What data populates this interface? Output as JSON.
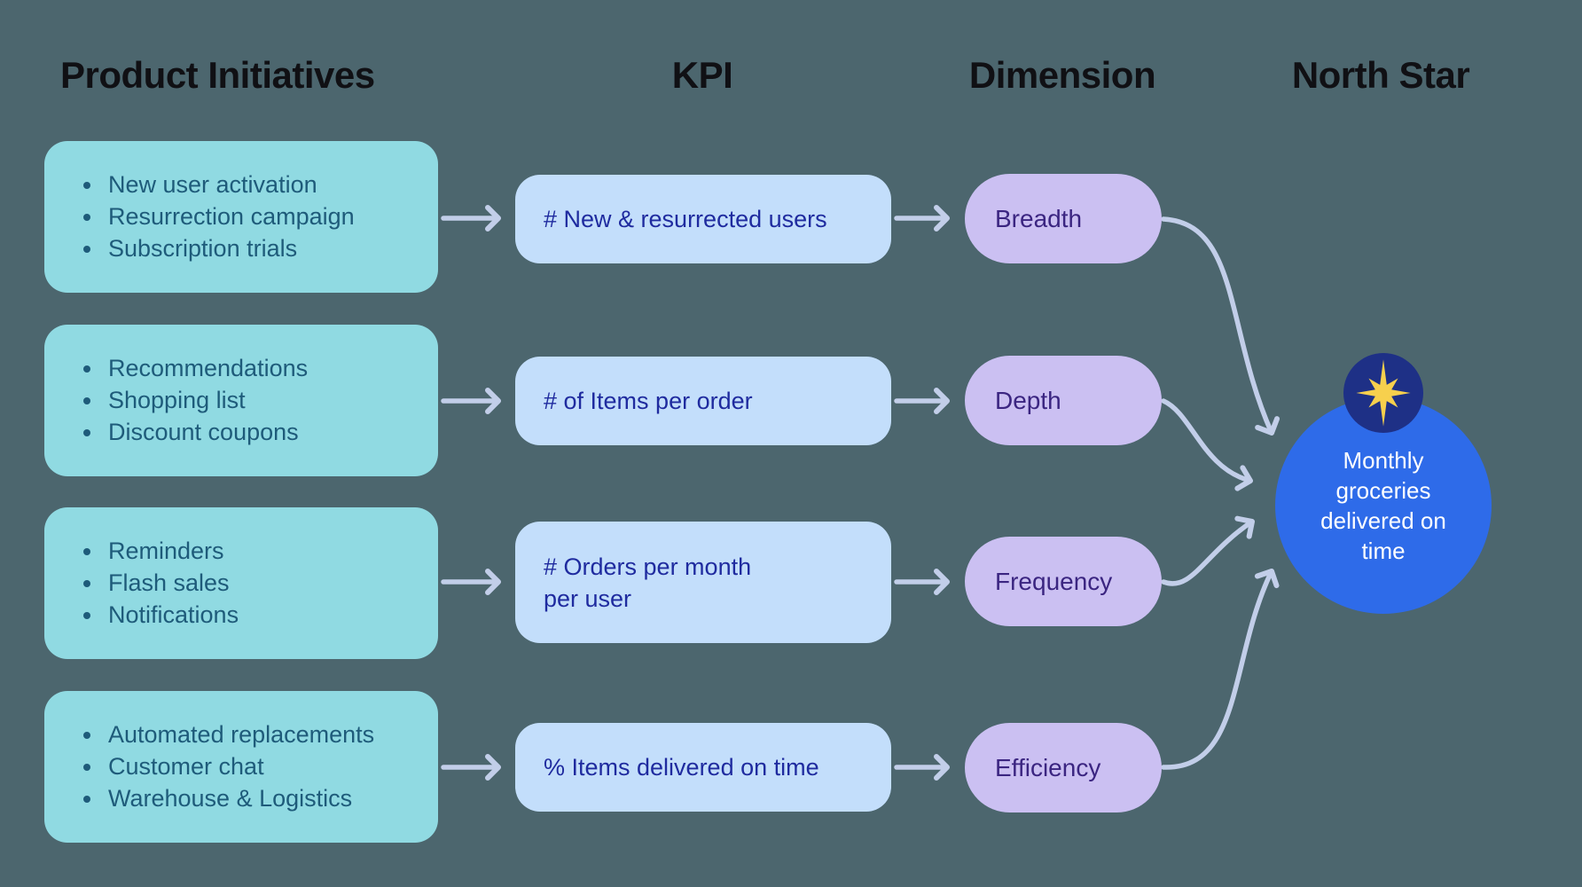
{
  "headers": [
    "Product Initiatives",
    "KPI",
    "Dimension",
    "North Star"
  ],
  "rows": [
    {
      "initiatives": [
        "New user activation",
        "Resurrection campaign",
        "Subscription trials"
      ],
      "kpi": "# New & resurrected users",
      "dimension": "Breadth"
    },
    {
      "initiatives": [
        "Recommendations",
        "Shopping list",
        "Discount coupons"
      ],
      "kpi": "# of Items per order",
      "dimension": "Depth"
    },
    {
      "initiatives": [
        "Reminders",
        "Flash sales",
        "Notifications"
      ],
      "kpi": "# Orders per month\nper user",
      "dimension": "Frequency"
    },
    {
      "initiatives": [
        "Automated replacements",
        "Customer chat",
        "Warehouse & Logistics"
      ],
      "kpi": "% Items delivered on time",
      "dimension": "Efficiency"
    }
  ],
  "north_star": {
    "label": "Monthly\ngroceries\ndelivered on\ntime",
    "icon": "north-star-icon"
  },
  "colors": {
    "background": "#4c666e",
    "initiative_box": "#90dae2",
    "initiative_text": "#1e5b7a",
    "kpi_box": "#c3defb",
    "kpi_text": "#1f2b9f",
    "dimension_box": "#cbc0f2",
    "dimension_text": "#3b2581",
    "north_star_circle": "#2e6be9",
    "badge_circle": "#1e3086",
    "star": "#f7d04d",
    "arrow": "#c2cee9",
    "header_text": "#101014"
  }
}
